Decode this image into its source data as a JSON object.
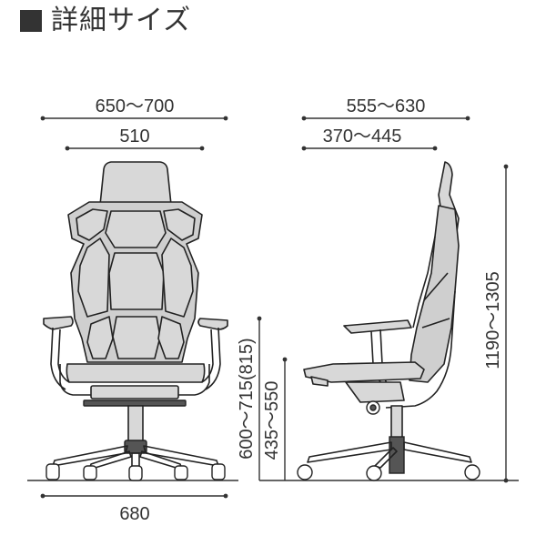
{
  "header": {
    "title": "詳細サイズ"
  },
  "dimensions": {
    "front_overall_width": "650～700",
    "front_seat_width": "510",
    "front_base_width": "680",
    "side_overall_depth": "555～630",
    "side_seat_depth": "370～445",
    "total_height": "1190～1305",
    "armrest_height": "600～715(815)",
    "seat_height": "435～550"
  }
}
